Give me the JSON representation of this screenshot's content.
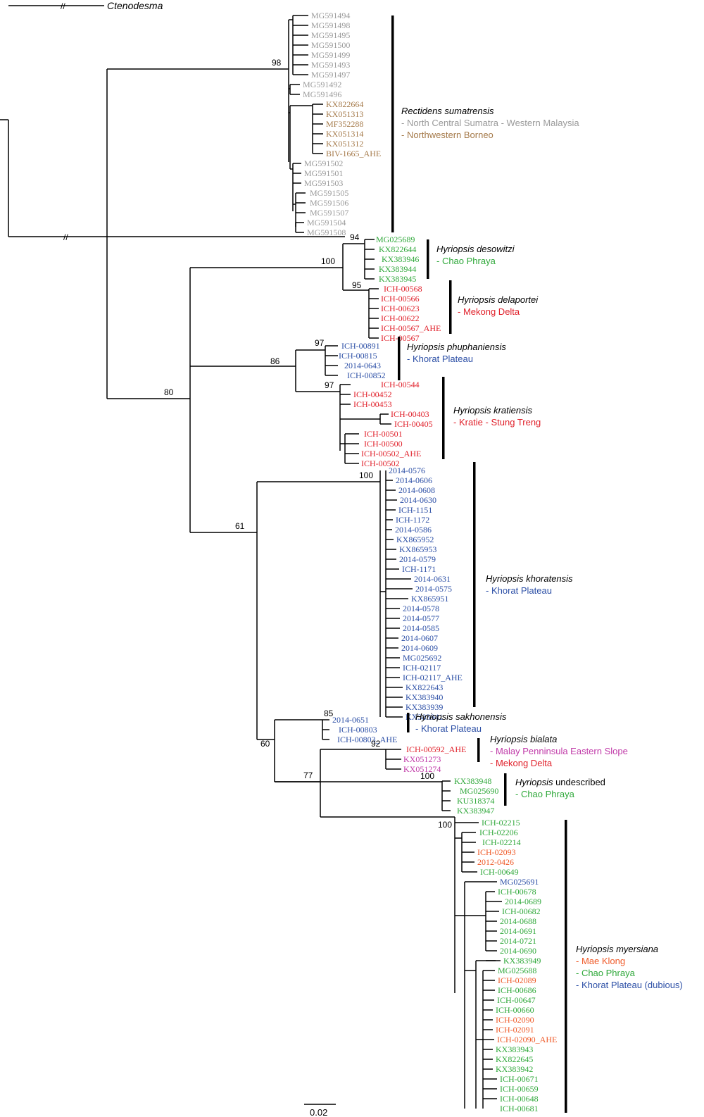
{
  "colors": {
    "gray": "#9a9a9a",
    "brown": "#a57a4a",
    "green": "#2fa83a",
    "red": "#e0202a",
    "blue": "#2c4fa6",
    "magenta": "#c03aa8",
    "orange": "#ef5a28",
    "black": "#000000"
  },
  "outgroup": "Ctenodesma",
  "scale_bar": "0.02",
  "supports": [
    "98",
    "94",
    "100",
    "95",
    "97",
    "86",
    "97",
    "80",
    "100",
    "61",
    "85",
    "92",
    "60",
    "77",
    "100",
    "100"
  ],
  "clades": [
    {
      "name": "Rectidens sumatrensis",
      "locations": [
        {
          "text": "- North Central Sumatra - Western Malaysia",
          "color": "gray"
        },
        {
          "text": "- Northwestern Borneo",
          "color": "brown"
        }
      ]
    },
    {
      "name": "Hyriopsis desowitzi",
      "locations": [
        {
          "text": "- Chao Phraya",
          "color": "green"
        }
      ]
    },
    {
      "name": "Hyriopsis delaportei",
      "locations": [
        {
          "text": "- Mekong Delta",
          "color": "red"
        }
      ]
    },
    {
      "name": "Hyriopsis phuphaniensis",
      "locations": [
        {
          "text": "- Khorat Plateau",
          "color": "blue"
        }
      ]
    },
    {
      "name": "Hyriopsis kratiensis",
      "locations": [
        {
          "text": "- Kratie - Stung Treng",
          "color": "red"
        }
      ]
    },
    {
      "name": "Hyriopsis khoratensis",
      "locations": [
        {
          "text": "- Khorat Plateau",
          "color": "blue"
        }
      ]
    },
    {
      "name": "Hyriopsis sakhonensis",
      "locations": [
        {
          "text": "- Khorat Plateau",
          "color": "blue"
        }
      ]
    },
    {
      "name": "Hyriopsis bialata",
      "locations": [
        {
          "text": "- Malay Penninsula Eastern Slope",
          "color": "magenta"
        },
        {
          "text": "- Mekong Delta",
          "color": "red"
        }
      ]
    },
    {
      "name": "Hyriopsis",
      "name_suffix": " undescribed",
      "locations": [
        {
          "text": "- Chao Phraya",
          "color": "green"
        }
      ]
    },
    {
      "name": "Hyriopsis myersiana",
      "locations": [
        {
          "text": "- Mae Klong",
          "color": "orange"
        },
        {
          "text": "- Chao Phraya",
          "color": "green"
        },
        {
          "text": "- Khorat Plateau (dubious)",
          "color": "blue"
        }
      ]
    }
  ],
  "tips": [
    {
      "label": "MG591494",
      "color": "gray"
    },
    {
      "label": "MG591498",
      "color": "gray"
    },
    {
      "label": "MG591495",
      "color": "gray"
    },
    {
      "label": "MG591500",
      "color": "gray"
    },
    {
      "label": "MG591499",
      "color": "gray"
    },
    {
      "label": "MG591493",
      "color": "gray"
    },
    {
      "label": "MG591497",
      "color": "gray"
    },
    {
      "label": "MG591492",
      "color": "gray"
    },
    {
      "label": "MG591496",
      "color": "gray"
    },
    {
      "label": "KX822664",
      "color": "brown"
    },
    {
      "label": "KX051313",
      "color": "brown"
    },
    {
      "label": "MF352288",
      "color": "brown"
    },
    {
      "label": "KX051314",
      "color": "brown"
    },
    {
      "label": "KX051312",
      "color": "brown"
    },
    {
      "label": "BIV-1665_AHE",
      "color": "brown"
    },
    {
      "label": "MG591502",
      "color": "gray"
    },
    {
      "label": "MG591501",
      "color": "gray"
    },
    {
      "label": "MG591503",
      "color": "gray"
    },
    {
      "label": "MG591505",
      "color": "gray"
    },
    {
      "label": "MG591506",
      "color": "gray"
    },
    {
      "label": "MG591507",
      "color": "gray"
    },
    {
      "label": "MG591504",
      "color": "gray"
    },
    {
      "label": "MG591508",
      "color": "gray"
    },
    {
      "label": "MG025689",
      "color": "green"
    },
    {
      "label": "KX822644",
      "color": "green"
    },
    {
      "label": "KX383946",
      "color": "green"
    },
    {
      "label": "KX383944",
      "color": "green"
    },
    {
      "label": "KX383945",
      "color": "green"
    },
    {
      "label": "ICH-00568",
      "color": "red"
    },
    {
      "label": "ICH-00566",
      "color": "red"
    },
    {
      "label": "ICH-00623",
      "color": "red"
    },
    {
      "label": "ICH-00622",
      "color": "red"
    },
    {
      "label": "ICH-00567_AHE",
      "color": "red"
    },
    {
      "label": "ICH-00567",
      "color": "red"
    },
    {
      "label": "ICH-00891",
      "color": "blue"
    },
    {
      "label": "ICH-00815",
      "color": "blue"
    },
    {
      "label": "2014-0643",
      "color": "blue"
    },
    {
      "label": "ICH-00852",
      "color": "blue"
    },
    {
      "label": "ICH-00544",
      "color": "red"
    },
    {
      "label": "ICH-00452",
      "color": "red"
    },
    {
      "label": "ICH-00453",
      "color": "red"
    },
    {
      "label": "ICH-00403",
      "color": "red"
    },
    {
      "label": "ICH-00405",
      "color": "red"
    },
    {
      "label": "ICH-00501",
      "color": "red"
    },
    {
      "label": "ICH-00500",
      "color": "red"
    },
    {
      "label": "ICH-00502_AHE",
      "color": "red"
    },
    {
      "label": "ICH-00502",
      "color": "red"
    },
    {
      "label": "2014-0576",
      "color": "blue"
    },
    {
      "label": "2014-0606",
      "color": "blue"
    },
    {
      "label": "2014-0608",
      "color": "blue"
    },
    {
      "label": "2014-0630",
      "color": "blue"
    },
    {
      "label": "ICH-1151",
      "color": "blue"
    },
    {
      "label": "ICH-1172",
      "color": "blue"
    },
    {
      "label": "2014-0586",
      "color": "blue"
    },
    {
      "label": "KX865952",
      "color": "blue"
    },
    {
      "label": "KX865953",
      "color": "blue"
    },
    {
      "label": "2014-0579",
      "color": "blue"
    },
    {
      "label": "ICH-1171",
      "color": "blue"
    },
    {
      "label": "2014-0631",
      "color": "blue"
    },
    {
      "label": "2014-0575",
      "color": "blue"
    },
    {
      "label": "KX865951",
      "color": "blue"
    },
    {
      "label": "2014-0578",
      "color": "blue"
    },
    {
      "label": "2014-0577",
      "color": "blue"
    },
    {
      "label": "2014-0585",
      "color": "blue"
    },
    {
      "label": "2014-0607",
      "color": "blue"
    },
    {
      "label": "2014-0609",
      "color": "blue"
    },
    {
      "label": "MG025692",
      "color": "blue"
    },
    {
      "label": "ICH-02117",
      "color": "blue"
    },
    {
      "label": "ICH-02117_AHE",
      "color": "blue"
    },
    {
      "label": "KX822643",
      "color": "blue"
    },
    {
      "label": "KX383940",
      "color": "blue"
    },
    {
      "label": "KX383939",
      "color": "blue"
    },
    {
      "label": "KX383941",
      "color": "blue"
    },
    {
      "label": "2014-0651",
      "color": "blue"
    },
    {
      "label": "ICH-00803",
      "color": "blue"
    },
    {
      "label": "ICH-00803_AHE",
      "color": "blue"
    },
    {
      "label": "ICH-00592_AHE",
      "color": "red"
    },
    {
      "label": "KX051273",
      "color": "magenta"
    },
    {
      "label": "KX051274",
      "color": "magenta"
    },
    {
      "label": "KX383948",
      "color": "green"
    },
    {
      "label": "MG025690",
      "color": "green"
    },
    {
      "label": "KU318374",
      "color": "green"
    },
    {
      "label": "KX383947",
      "color": "green"
    },
    {
      "label": "ICH-02215",
      "color": "green"
    },
    {
      "label": "ICH-02206",
      "color": "green"
    },
    {
      "label": "ICH-02214",
      "color": "green"
    },
    {
      "label": "ICH-02093",
      "color": "orange"
    },
    {
      "label": "2012-0426",
      "color": "orange"
    },
    {
      "label": "ICH-00649",
      "color": "green"
    },
    {
      "label": "MG025691",
      "color": "blue"
    },
    {
      "label": "ICH-00678",
      "color": "green"
    },
    {
      "label": "2014-0689",
      "color": "green"
    },
    {
      "label": "ICH-00682",
      "color": "green"
    },
    {
      "label": "2014-0688",
      "color": "green"
    },
    {
      "label": "2014-0691",
      "color": "green"
    },
    {
      "label": "2014-0721",
      "color": "green"
    },
    {
      "label": "2014-0690",
      "color": "green"
    },
    {
      "label": "KX383949",
      "color": "green"
    },
    {
      "label": "MG025688",
      "color": "green"
    },
    {
      "label": "ICH-02089",
      "color": "orange"
    },
    {
      "label": "ICH-00686",
      "color": "green"
    },
    {
      "label": "ICH-00647",
      "color": "green"
    },
    {
      "label": "ICH-00660",
      "color": "green"
    },
    {
      "label": "ICH-02090",
      "color": "orange"
    },
    {
      "label": "ICH-02091",
      "color": "orange"
    },
    {
      "label": "ICH-02090_AHE",
      "color": "orange"
    },
    {
      "label": "KX383943",
      "color": "green"
    },
    {
      "label": "KX822645",
      "color": "green"
    },
    {
      "label": "KX383942",
      "color": "green"
    },
    {
      "label": "ICH-00671",
      "color": "green"
    },
    {
      "label": "ICH-00659",
      "color": "green"
    },
    {
      "label": "ICH-00648",
      "color": "green"
    },
    {
      "label": "ICH-00681",
      "color": "green"
    }
  ]
}
